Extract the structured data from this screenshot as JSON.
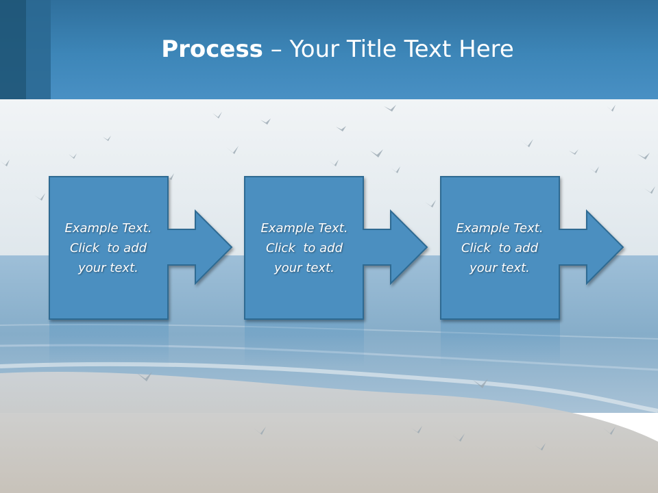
{
  "title": {
    "bold": "Process",
    "rest": " – Your Title Text Here"
  },
  "steps": [
    {
      "lines": [
        "Example Text.",
        "Click  to add",
        "your text."
      ]
    },
    {
      "lines": [
        "Example Text.",
        "Click  to add",
        "your text."
      ]
    },
    {
      "lines": [
        "Example Text.",
        "Click  to add",
        "your text."
      ]
    }
  ],
  "colors": {
    "header": "#3d86b8",
    "box_fill": "#4b8fc0",
    "box_stroke": "#2d6a92",
    "sky": "#e9eef2",
    "sea": "#8fb3cf",
    "sand": "#c7c6c2"
  }
}
